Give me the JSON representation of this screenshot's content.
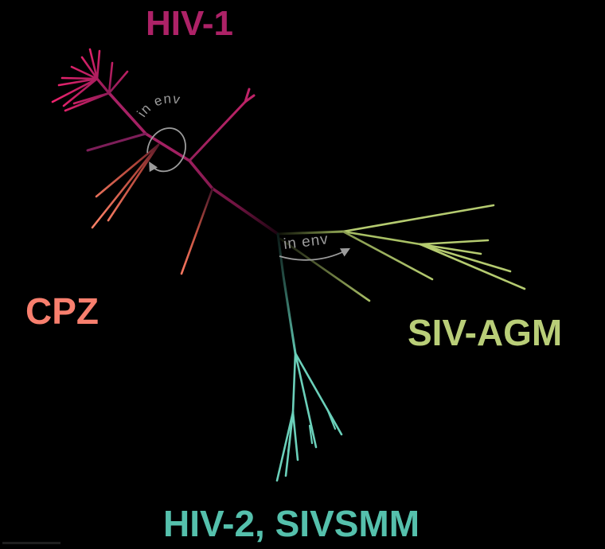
{
  "figure": {
    "type": "unrooted phylogenetic tree",
    "background": "#000000",
    "labels": {
      "hiv1": {
        "text": "HIV-1",
        "color": "#AD2267"
      },
      "cpz": {
        "text": "CPZ",
        "color": "#F87F6E"
      },
      "siv_agm": {
        "text": "SIV-AGM",
        "color": "#B9CE78"
      },
      "hiv2_sivsmm": {
        "text": "HIV-2, SIVSMM",
        "color": "#55C0AC"
      }
    },
    "annotations": {
      "env_loop": {
        "text": "in env",
        "color": "#9C9C9C"
      },
      "env_arrow": {
        "text": "in env",
        "color": "#9C9C9C"
      }
    },
    "clade_colors": {
      "hiv1_branch": "#A82165",
      "hiv1_tip": "#F8256F",
      "cpz": "#F97A61",
      "siv_agm": "#B5CB70",
      "hiv2_sivsmm": "#6BD0BA"
    },
    "scale_bar": {
      "color": "#1F1F1F"
    }
  }
}
